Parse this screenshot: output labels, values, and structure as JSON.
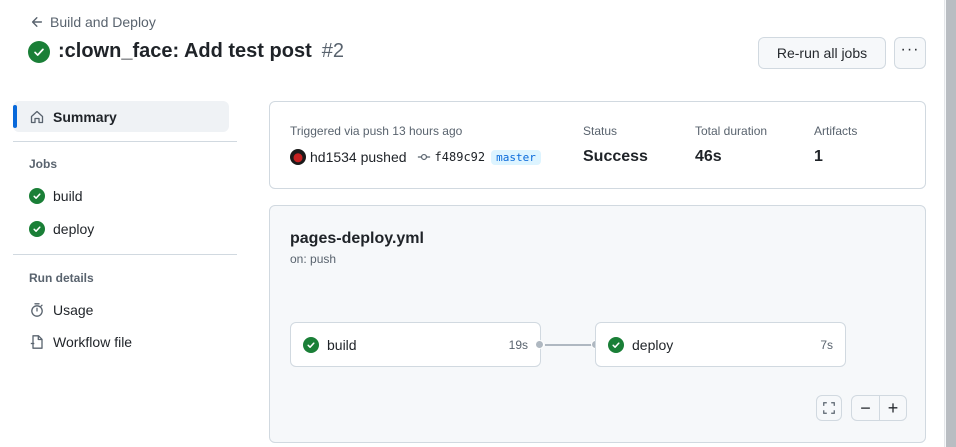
{
  "header": {
    "back_label": "Build and Deploy",
    "title": ":clown_face: Add test post",
    "run_number": "#2",
    "rerun_label": "Re-run all jobs",
    "more_label": "···"
  },
  "sidebar": {
    "summary_label": "Summary",
    "jobs_heading": "Jobs",
    "jobs": [
      {
        "label": "build",
        "status": "success"
      },
      {
        "label": "deploy",
        "status": "success"
      }
    ],
    "run_details_heading": "Run details",
    "details": [
      {
        "label": "Usage",
        "icon": "stopwatch-icon"
      },
      {
        "label": "Workflow file",
        "icon": "file-icon"
      }
    ]
  },
  "summary": {
    "trigger_label": "Triggered via push 13 hours ago",
    "actor": "hd1534 pushed",
    "commit_sha": "f489c92",
    "branch": "master",
    "status_label": "Status",
    "status_value": "Success",
    "duration_label": "Total duration",
    "duration_value": "46s",
    "artifacts_label": "Artifacts",
    "artifacts_value": "1"
  },
  "graph": {
    "workflow_name": "pages-deploy.yml",
    "trigger": "on: push",
    "jobs": [
      {
        "name": "build",
        "duration": "19s"
      },
      {
        "name": "deploy",
        "duration": "7s"
      }
    ],
    "zoom_out_label": "−",
    "zoom_in_label": "+"
  },
  "colors": {
    "success": "#1a7f37",
    "accent": "#0969da"
  }
}
